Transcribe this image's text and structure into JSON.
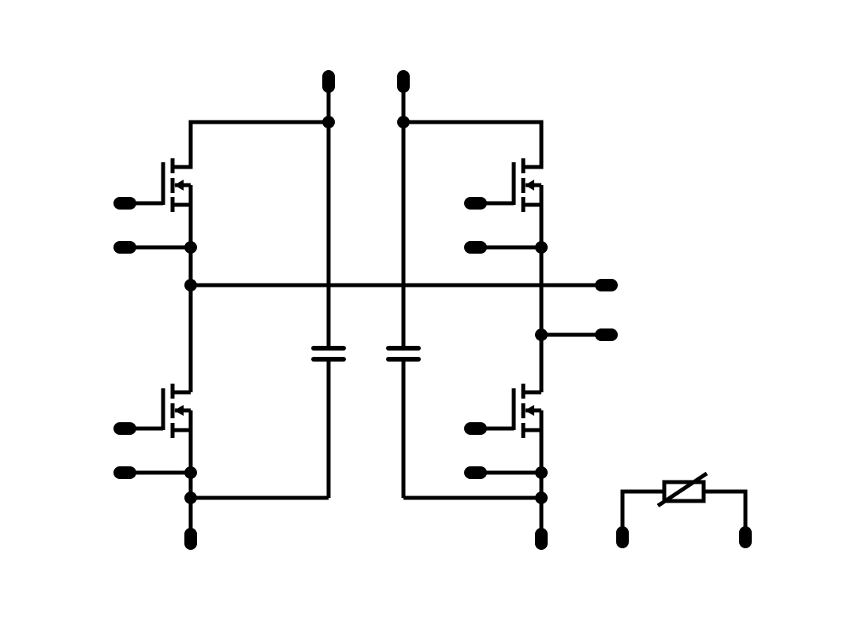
{
  "diagram": {
    "type": "circuit-schematic",
    "background": "#ffffff",
    "stroke_color": "#000000",
    "components": {
      "mosfets": [
        "top-left",
        "bottom-left",
        "top-right",
        "bottom-right"
      ],
      "capacitors": [
        "left-dc-link",
        "right-dc-link"
      ],
      "resistors": [
        "variable-resistor"
      ]
    },
    "icons": [
      "n-channel-mosfet-icon",
      "capacitor-icon",
      "variable-resistor-icon",
      "terminal-pin-icon",
      "junction-dot-icon"
    ]
  }
}
